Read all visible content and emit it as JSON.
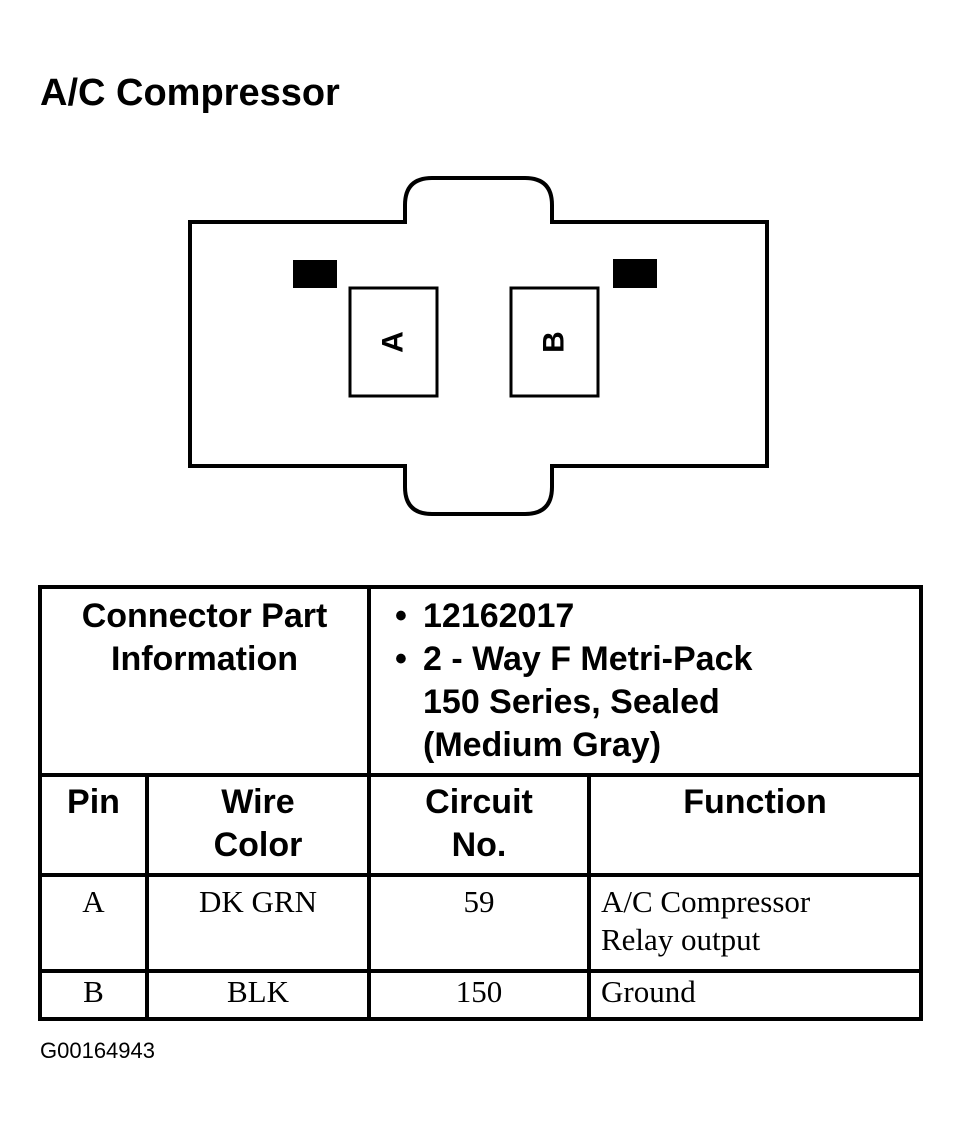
{
  "title": "A/C Compressor",
  "connector": {
    "pins": [
      "A",
      "B"
    ]
  },
  "part_info": {
    "label_lines": [
      "Connector Part",
      "Information"
    ],
    "bullet_1": "12162017",
    "bullet_2_lines": [
      "2 - Way F Metri-Pack",
      "150 Series, Sealed",
      "(Medium Gray)"
    ]
  },
  "columns": {
    "pin": "Pin",
    "wire_color_lines": [
      "Wire",
      "Color"
    ],
    "circuit_lines": [
      "Circuit",
      "No."
    ],
    "function": "Function"
  },
  "rows": [
    {
      "pin": "A",
      "wire_color": "DK GRN",
      "circuit": "59",
      "function_lines": [
        "A/C Compressor",
        "Relay output"
      ]
    },
    {
      "pin": "B",
      "wire_color": "BLK",
      "circuit": "150",
      "function_lines": [
        "Ground"
      ]
    }
  ],
  "figure_id": "G00164943"
}
